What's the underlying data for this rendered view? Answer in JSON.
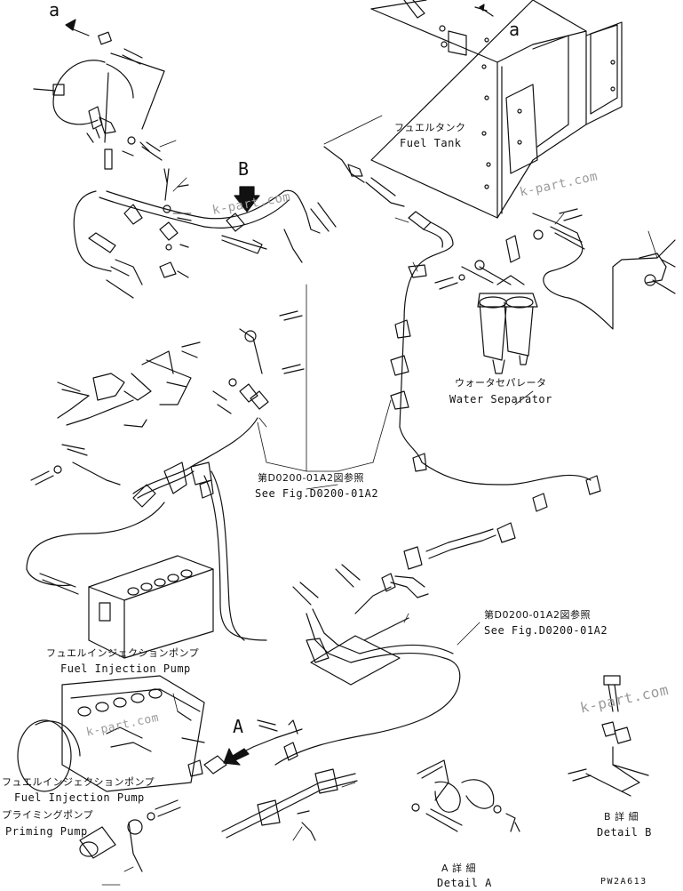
{
  "diagram": {
    "labels": {
      "fuel_tank_jp": "フュエルタンク",
      "fuel_tank_en": "Fuel Tank",
      "water_sep_jp": "ウォータセパレータ",
      "water_sep_en": "Water Separator",
      "see_fig_1_jp": "第D0200-01A2図参照",
      "see_fig_1_en": "See Fig.D0200-01A2",
      "see_fig_2_jp": "第D0200-01A2図参照",
      "see_fig_2_en": "See Fig.D0200-01A2",
      "inj_pump_1_jp": "フュエルインジェクションポンプ",
      "inj_pump_1_en": "Fuel Injection Pump",
      "inj_pump_2_jp": "フュエルインジェクションポンプ",
      "inj_pump_2_en": "Fuel Injection Pump",
      "priming_jp": "プライミングポンプ",
      "priming_en": "Priming Pump",
      "detail_a_jp": "A 詳 細",
      "detail_a_en": "Detail A",
      "detail_b_jp": "B 詳 細",
      "detail_b_en": "Detail B",
      "ref_a_left": "a",
      "ref_a_right": "a",
      "ref_b_arrow": "B",
      "ref_a_arrow": "A",
      "drawing_code": "PW2A613"
    },
    "watermarks": [
      "k-part.com",
      "k-part.com",
      "k-part.com",
      "k-part.com"
    ]
  }
}
